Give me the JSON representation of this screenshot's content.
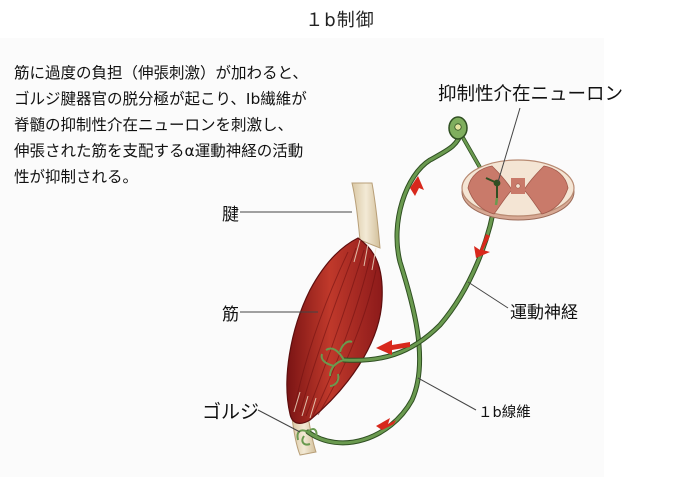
{
  "title": "１b制御",
  "description": [
    "筋に過度の負担（伸張刺激）が加わると、",
    "ゴルジ腱器官の脱分極が起こり、Ib繊維が",
    "脊髄の抑制性介在ニューロンを刺激し、",
    "伸張された筋を支配するα運動神経の活動",
    "性が抑制される。"
  ],
  "labels": {
    "interneuron": "抑制性介在ニューロン",
    "tendon": "腱",
    "muscle": "筋",
    "golgi": "ゴルジ",
    "motor_nerve": "運動神経",
    "ib_fiber": "１b線維"
  },
  "colors": {
    "muscle_dark": "#8c1a1a",
    "muscle_red": "#c0392b",
    "tendon": "#eadcc0",
    "nerve": "#4f7a3a",
    "arrow": "#d8281c",
    "spinal_gray": "#c97a6a",
    "spinal_white": "#f4e5d4"
  }
}
